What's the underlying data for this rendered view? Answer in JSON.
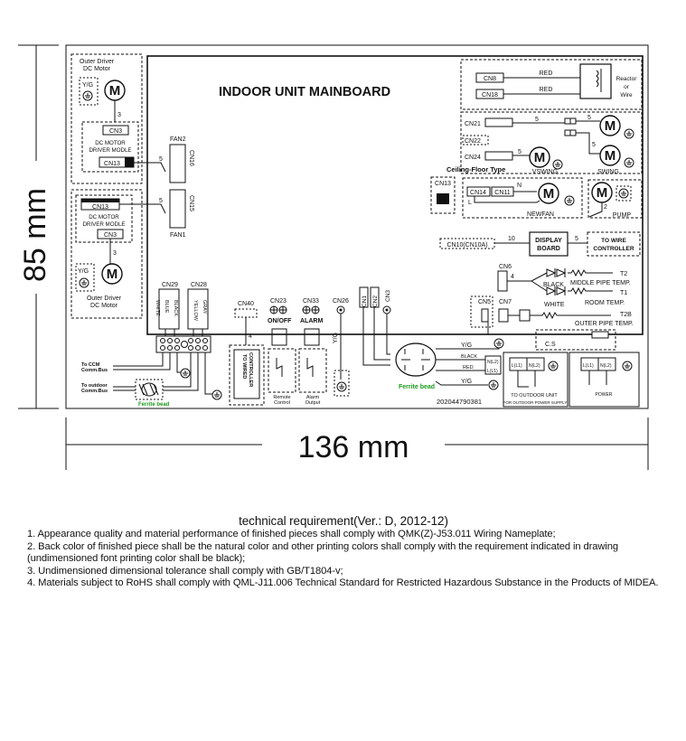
{
  "dimensions": {
    "height_label": "85 mm",
    "width_label": "136 mm"
  },
  "board": {
    "title": "INDOOR UNIT MAINBOARD",
    "part_number": "202044790381"
  },
  "motors": {
    "outer_top": {
      "title1": "Outer Driver",
      "title2": "DC Motor",
      "yg": "Y/G",
      "m": "M",
      "pin": "3"
    },
    "outer_bottom": {
      "title1": "Outer Driver",
      "title2": "DC Motor",
      "yg": "Y/G",
      "m": "M",
      "pin": "3"
    },
    "newfan": "NEWFAN",
    "vswing": "VSWING",
    "swing": "SWING",
    "pump": "PUMP",
    "m": "M"
  },
  "drivers": {
    "top": {
      "cn3": "CN3",
      "line1": "DC MOTOR",
      "line2": "DRIVER MODLE",
      "cn13": "CN13"
    },
    "bottom": {
      "cn13": "CN13",
      "line1": "DC MOTOR",
      "line2": "DRIVER MODLE",
      "cn3": "CN3"
    }
  },
  "connectors": {
    "fan2": "FAN2",
    "fan1": "FAN1",
    "cn16": "CN16",
    "cn15": "CN15",
    "five": "5",
    "cn8": "CN8",
    "cn18": "CN18",
    "red": "RED",
    "reactor1": "Reactor",
    "reactor2": "or",
    "reactor3": "Wire",
    "cn21": "CN21",
    "cn22": "CN22",
    "cn24": "CN24",
    "ceiling": "Ceiling-Floor Type",
    "cn13": "CN13",
    "cn14": "CN14",
    "cn11": "CN11",
    "n": "N",
    "l": "L",
    "two": "2",
    "cn10": "CN10(CN10A)",
    "ten": "10",
    "display1": "DISPLAY",
    "display2": "BOARD",
    "wire1": "TO WIRE",
    "wire2": "CONTROLLER",
    "cn6": "CN6",
    "four": "4",
    "black": "BLACK",
    "white": "WHITE",
    "t2": "T2",
    "t2_desc": "MIDDLE PIPE TEMP.",
    "t1": "T1",
    "t1_desc": "ROOM TEMP.",
    "t2b": "T2B",
    "t2b_desc": "OUTER PIPE TEMP.",
    "cn5": "CN5",
    "cn7": "CN7",
    "cs": "C.S",
    "cn29": "CN29",
    "cn28": "CN28",
    "cn40": "CN40",
    "cn23": "CN23",
    "cn33": "CN33",
    "cn26": "CN26",
    "onoff": "ON/OFF",
    "alarm": "ALARM",
    "cn1": "CN1",
    "cn2": "CN2",
    "cn3": "CN3",
    "white_w": "WHITE",
    "blue_w": "BLUE",
    "black_w": "BLACK",
    "yellow_w": "YELLOW",
    "gray_w": "GRAY",
    "yg": "Y/G",
    "black_l": "BLACK",
    "red_l": "RED",
    "nl2": "N(L2)",
    "ll1": "L(L1)",
    "ferrite": "Ferrite bead",
    "ccm1": "To CCM",
    "ccm2": "Comm.Bus",
    "out1": "To outdoor",
    "out2": "Comm.Bus",
    "wired1": "TO WIRED",
    "wired2": "CONTROLLER",
    "remote1": "Remote",
    "remote2": "Control",
    "alarmout1": "Alarm",
    "alarmout2": "Output",
    "to_outdoor": "TO OUTDOOR UNIT",
    "outdoor_power": "FOR OUTDOOR POWER SUPPLY",
    "power": "POWER",
    "l_l1": "L(L1)",
    "n_l2": "N(L2)"
  },
  "requirements": {
    "title": "technical requirement(Ver.: D, 2012-12)",
    "items": [
      "1. Appearance quality and material performance of finished pieces shall comply with QMK(Z)-J53.011 Wiring Nameplate;",
      "2.  Back color of finished piece shall be the natural color and other printing colors shall comply with the requirement indicated in drawing (undimensioned font printing color shall be black);",
      "3.  Undimensioned dimensional tolerance shall comply with GB/T1804-v;",
      "4. Materials subject to RoHS shall comply with QML-J11.006 Technical Standard for Restricted Hazardous Substance in the Products of MIDEA."
    ]
  },
  "colors": {
    "ink": "#111111",
    "ferrite_label": "#1c9a1c",
    "background": "#ffffff"
  }
}
